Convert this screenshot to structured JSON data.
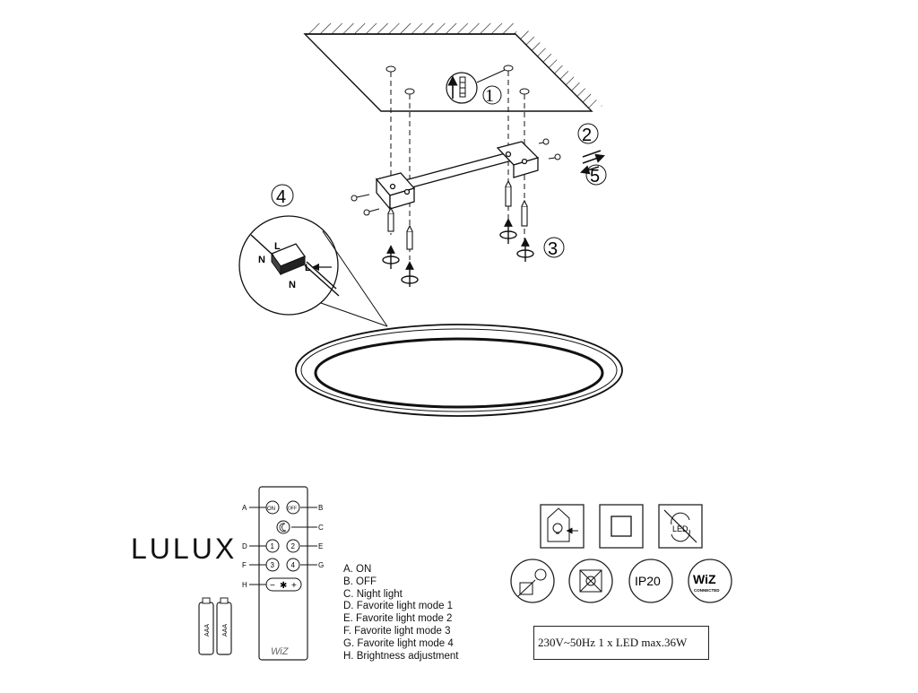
{
  "steps": {
    "s1": "1",
    "s2": "2",
    "s3": "3",
    "s4": "4",
    "s5": "5"
  },
  "wiring": {
    "live_top": "L",
    "live_side": "L",
    "neutral_left": "N",
    "neutral_bottom": "N"
  },
  "brand": {
    "name": "LULUX"
  },
  "remote": {
    "on_label": "ON",
    "off_label": "OFF",
    "night_icon": "moon-icon",
    "favorites": [
      "1",
      "2",
      "3",
      "4"
    ],
    "brightness_minus": "−",
    "brightness_sun": "✱",
    "brightness_plus": "+",
    "logo": "WiZ",
    "callouts": {
      "a": "A",
      "b": "B",
      "c": "C",
      "d": "D",
      "e": "E",
      "f": "F",
      "g": "G",
      "h": "H"
    }
  },
  "batteries": {
    "label": "AAA"
  },
  "legend": {
    "items": [
      "A. ON",
      "B. OFF",
      "C. Night light",
      "D. Favorite light mode 1",
      "E. Favorite light mode 2",
      "F. Favorite light mode 3",
      "G. Favorite light mode 4",
      "H. Brightness adjustment"
    ]
  },
  "symbols": {
    "ip_rating": "IP20",
    "led_label": "LED",
    "wiz_logo": "WiZ",
    "wiz_sub": "CONNECTED"
  },
  "rating_plate": {
    "text": "230V~50Hz   1 x LED  max.36W"
  },
  "colors": {
    "ink": "#111111",
    "paper": "#ffffff"
  }
}
